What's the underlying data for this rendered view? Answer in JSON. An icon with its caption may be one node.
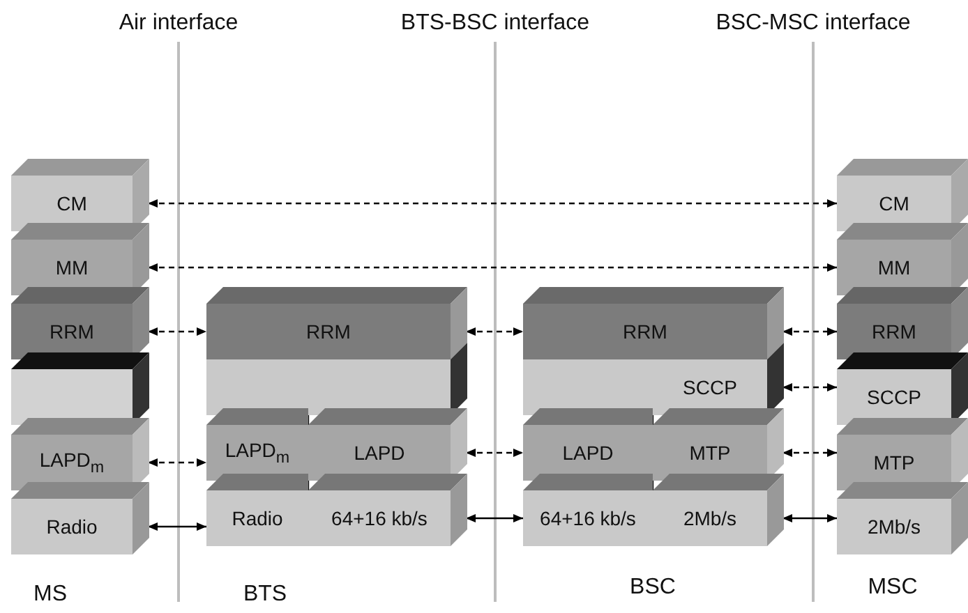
{
  "diagram": {
    "nodes": [
      {
        "text": [
          "CM"
        ]
      },
      {
        "text": [
          "MM"
        ]
      },
      {
        "text": [
          "RRM"
        ]
      },
      {
        "text": [],
        "shape": "box"
      },
      {
        "text": [
          "LAPD$_{m}$"
        ]
      },
      {
        "text": [
          "Radio"
        ]
      },
      {
        "text": [
          "RRM"
        ]
      },
      {
        "text": [],
        "shape": "box"
      },
      {
        "text": [],
        "shape": "box"
      },
      {
        "text": [
          "LAPD$_{m}$"
        ]
      },
      {
        "text": [
          "LAPD"
        ]
      },
      {
        "text": [
          "Radio"
        ]
      },
      {
        "text": [
          "64+16 kb/s"
        ]
      },
      {
        "text": [
          "RRM"
        ]
      },
      {
        "text": [],
        "shape": "box"
      },
      {
        "text": [
          "SCCP"
        ]
      },
      {
        "text": [
          "LAPD"
        ]
      },
      {
        "text": [
          "MTP"
        ]
      },
      {
        "text": [
          "64+16 kb/s"
        ]
      },
      {
        "text": [
          "2Mb/s"
        ]
      },
      {
        "text": [
          "CM"
        ]
      },
      {
        "text": [
          "MM"
        ]
      },
      {
        "text": [
          "RRM"
        ]
      },
      {
        "text": [
          "SCCP"
        ]
      },
      {
        "text": [
          "MTP"
        ]
      },
      {
        "text": [
          "2Mb/s"
        ]
      }
    ],
    "edges": [
      {
        "from": 0,
        "to": 20,
        "arrow": "both",
        "style": "dashed"
      },
      {
        "from": 1,
        "to": 21,
        "arrow": "both",
        "style": "dashed"
      },
      {
        "from": 2,
        "to": 6,
        "arrow": "both",
        "style": "dashed"
      },
      {
        "from": 6,
        "to": 13,
        "arrow": "both",
        "style": "dashed"
      },
      {
        "from": 13,
        "to": 22,
        "arrow": "both",
        "style": "dashed"
      },
      {
        "from": 15,
        "to": 23,
        "arrow": "both",
        "style": "dashed"
      },
      {
        "from": 4,
        "to": 9,
        "arrow": "both",
        "style": "dashed"
      },
      {
        "from": 10,
        "to": 16,
        "arrow": "both",
        "style": "dashed"
      },
      {
        "from": 17,
        "to": 24,
        "arrow": "both",
        "style": "dashed"
      },
      {
        "from": 5,
        "to": 11,
        "arrow": "both"
      },
      {
        "from": 12,
        "to": 18,
        "arrow": "both"
      },
      {
        "from": 19,
        "to": 25,
        "arrow": "both"
      }
    ],
    "labels": [
      "Air interface",
      "BTS-BSC interface",
      "BSC-MSC interface",
      "MS",
      "BTS",
      "BSC",
      "MSC"
    ]
  }
}
